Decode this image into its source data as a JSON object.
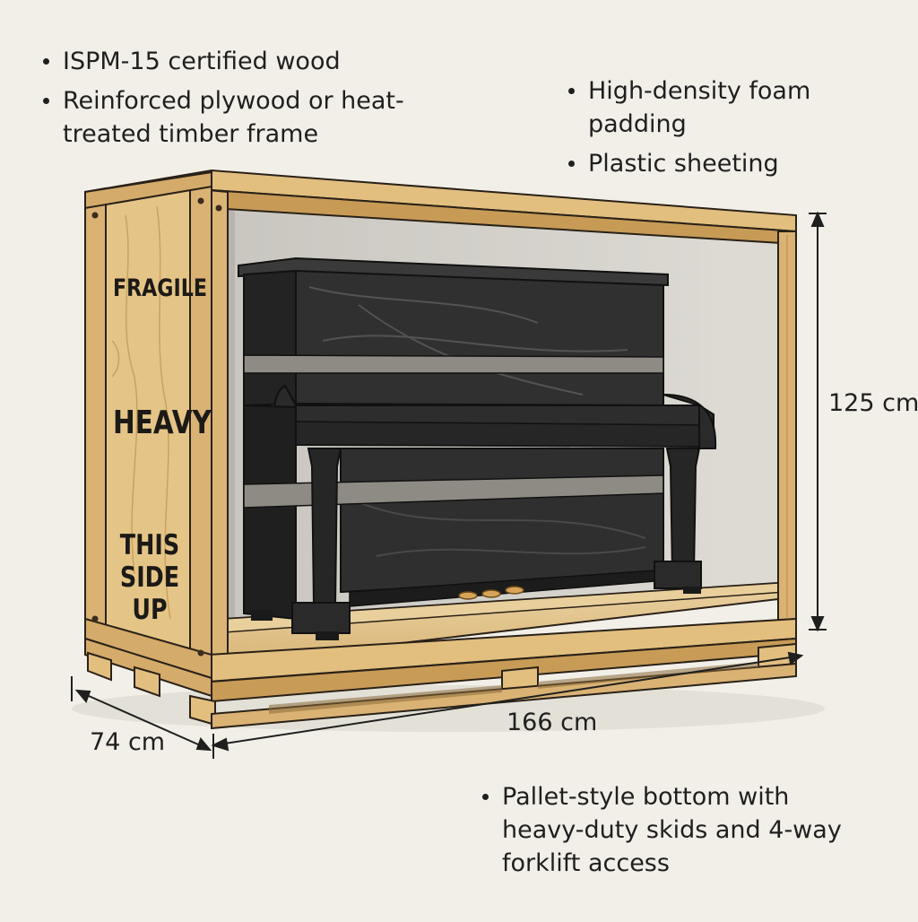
{
  "annotations": {
    "materials": [
      "ISPM-15 certified wood",
      "Reinforced plywood or heat-treated timber frame"
    ],
    "interior": [
      "High-density foam padding",
      "Plastic sheeting"
    ],
    "base": [
      "Pallet-style bottom with heavy-duty skids and 4-way forklift access"
    ]
  },
  "dimensions": {
    "height": "125 cm",
    "width": "166 cm",
    "depth": "74 cm"
  },
  "crate_markings": {
    "fragile": "FRAGILE",
    "heavy": "HEAVY",
    "orientation": "THIS SIDE UP"
  },
  "colors": {
    "background": "#f2efe8",
    "wood": "#e2bf7f",
    "wood_dark": "#c79b56",
    "outline": "#2a2118",
    "piano": "#2c2c2c",
    "strap": "#8e8b84",
    "interior_wall": "#d3d0ca"
  }
}
